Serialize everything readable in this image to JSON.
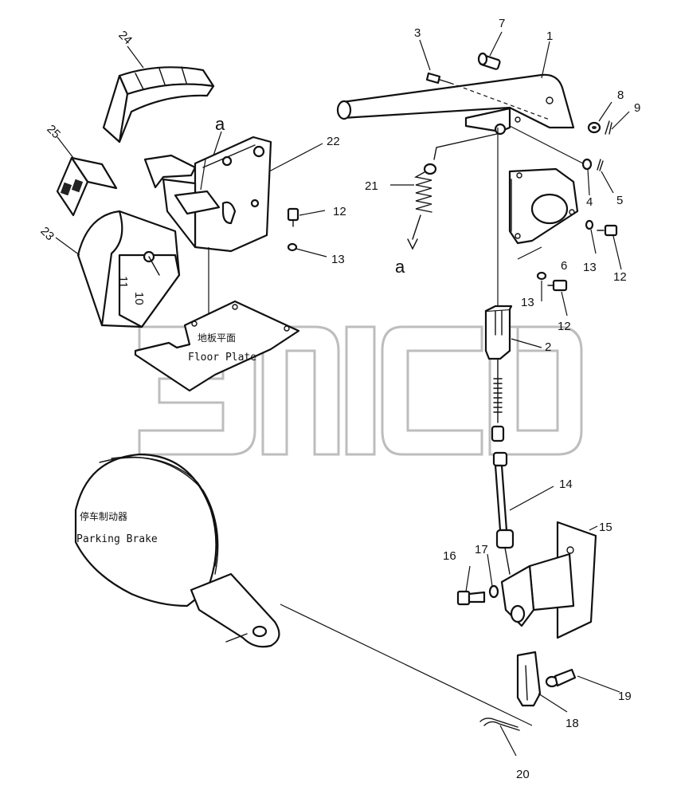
{
  "labels": {
    "floor_plate_cn": "地板平面",
    "floor_plate_en": "Floor Plate",
    "parking_brake_cn": "停车制动器",
    "parking_brake_en": "Parking Brake",
    "ref_a_top": "a",
    "ref_a_bottom": "a"
  },
  "callouts": {
    "c1": "1",
    "c2": "2",
    "c3": "3",
    "c4": "4",
    "c5": "5",
    "c6": "6",
    "c7": "7",
    "c8": "8",
    "c9": "9",
    "c10": "10",
    "c11": "11",
    "c12a": "12",
    "c12b": "12",
    "c12c": "12",
    "c13a": "13",
    "c13b": "13",
    "c13c": "13",
    "c14": "14",
    "c15": "15",
    "c16": "16",
    "c17": "17",
    "c18": "18",
    "c19": "19",
    "c20": "20",
    "c21": "21",
    "c22": "22",
    "c23": "23",
    "c24": "24",
    "c25": "25"
  },
  "colors": {
    "line": "#111111",
    "watermark": "#bdbdbd",
    "background": "#ffffff"
  }
}
